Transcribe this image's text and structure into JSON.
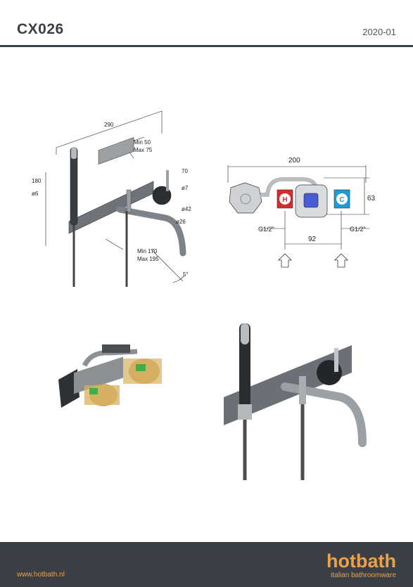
{
  "header": {
    "title": "CX026",
    "date": "2020-01"
  },
  "drawing1": {
    "dim_width": "290",
    "dim_height": "180",
    "dim_pipe": "ø6",
    "dim_min50": "Min 50",
    "dim_max75": "Max 75",
    "dim_70": "70",
    "dim_7": "ø7",
    "dim_42": "ø42",
    "dim_26": "ø26",
    "dim_min170": "Min 170",
    "dim_max195": "Max 195",
    "dim_angle": "5°"
  },
  "drawing2": {
    "dim_width": "200",
    "dim_height": "63",
    "dim_center": "92",
    "thread_left": "G1/2\"",
    "thread_right": "G1/2\"",
    "hot_label": "H",
    "cold_label": "C"
  },
  "colors": {
    "hot": "#d92b2b",
    "cold": "#1e9bd7",
    "accent": "#e9a24a",
    "footer": "#3a3f45"
  },
  "footer": {
    "url": "www.hotbath.nl",
    "brand": "hotbath",
    "tagline": "italian bathroomware"
  }
}
